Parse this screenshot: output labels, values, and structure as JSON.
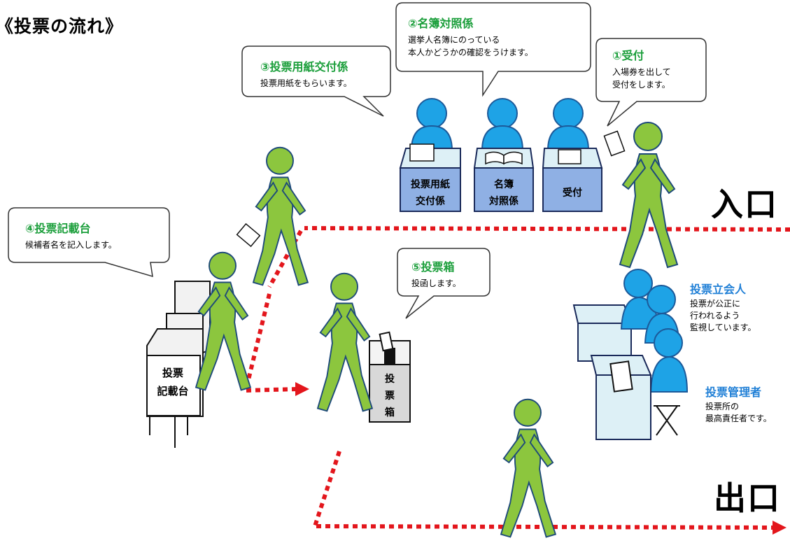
{
  "title": "《投票の流れ》",
  "entrance_label": "入口",
  "exit_label": "出口",
  "bubbles": {
    "reception": {
      "heading": "①受付",
      "lines": [
        "入場券を出して",
        "受付をします。"
      ]
    },
    "register": {
      "heading": "②名簿対照係",
      "lines": [
        "選挙人名簿にのっている",
        "本人かどうかの確認をうけます。"
      ]
    },
    "ballot_issue": {
      "heading": "③投票用紙交付係",
      "lines": [
        "投票用紙をもらいます。"
      ]
    },
    "writing_booth": {
      "heading": "④投票記載台",
      "lines": [
        "候補者名を記入します。"
      ]
    },
    "ballot_box": {
      "heading": "⑤投票箱",
      "lines": [
        "投函します。"
      ]
    }
  },
  "desks": {
    "ballot_issue": [
      "投票用紙",
      "交付係"
    ],
    "register": [
      "名簿",
      "対照係"
    ],
    "reception": [
      "受付"
    ]
  },
  "booth_label": [
    "投票",
    "記載台"
  ],
  "box_label": [
    "投",
    "票",
    "箱"
  ],
  "observer": {
    "heading": "投票立会人",
    "lines": [
      "投票が公正に",
      "行われるよう",
      "監視しています。"
    ]
  },
  "manager": {
    "heading": "投票管理者",
    "lines": [
      "投票所の",
      "最高責任者です。"
    ]
  },
  "colors": {
    "walker": "#8cc63e",
    "staff": "#1ea3e6",
    "path": "#e3161c",
    "bubble_heading": "#1a9e3a",
    "role_heading": "#1f7fd6",
    "desk_top": "#ddf0f6",
    "desk_front": "#8fb0e4"
  }
}
